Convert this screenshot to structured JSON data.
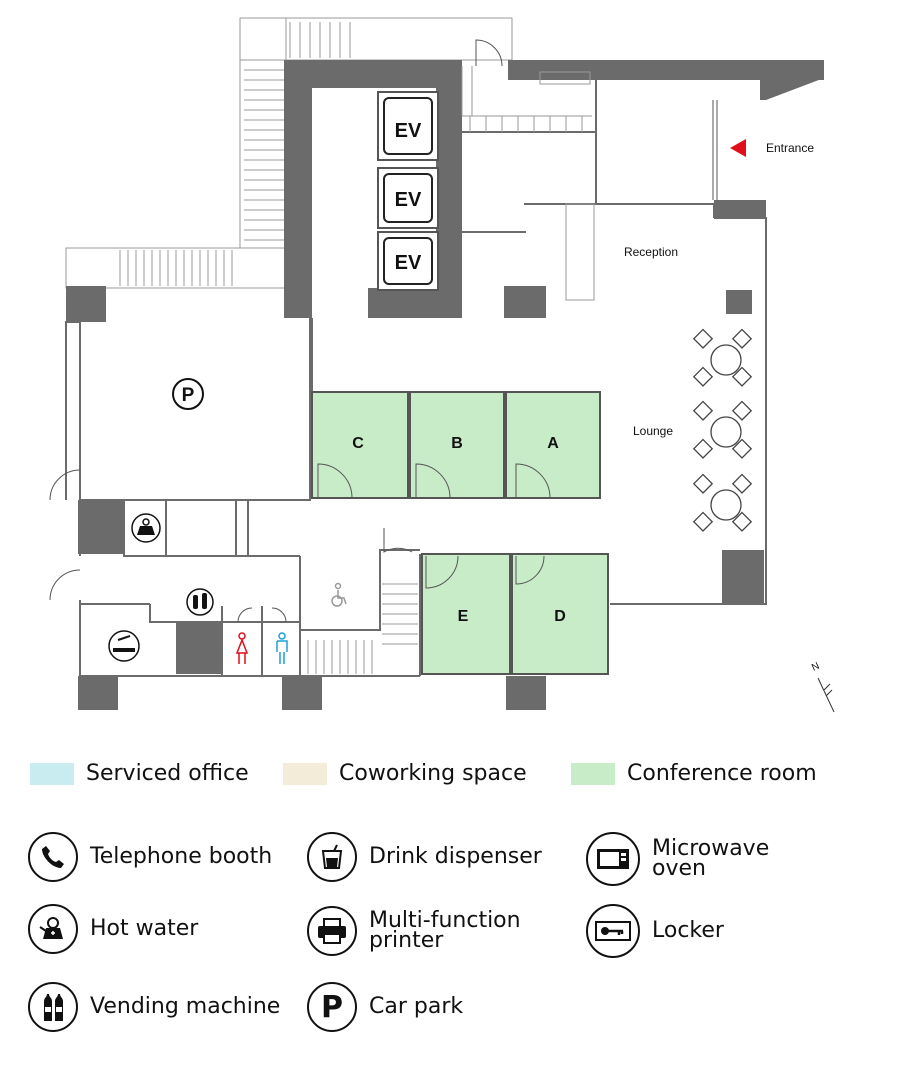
{
  "floorplan": {
    "labels": {
      "entrance": "Entrance",
      "reception": "Reception",
      "lounge": "Lounge",
      "elevator": "EV",
      "parking_symbol": "P"
    },
    "rooms": [
      "A",
      "B",
      "C",
      "D",
      "E"
    ],
    "compass": "N",
    "colors": {
      "wall": "#6b6b6b",
      "conference": "#c8ebc8",
      "entrance_arrow": "#e0101a",
      "female": "#e0101a",
      "male": "#1aa0d8"
    }
  },
  "legend": {
    "areas": [
      {
        "label": "Serviced office",
        "color": "#c8ecef"
      },
      {
        "label": "Coworking space",
        "color": "#f3ecd9"
      },
      {
        "label": "Conference room",
        "color": "#c8ebc8"
      }
    ],
    "icons": [
      {
        "icon": "telephone-icon",
        "label": "Telephone booth"
      },
      {
        "icon": "drink-icon",
        "label": "Drink dispenser"
      },
      {
        "icon": "microwave-icon",
        "label_line1": "Microwave",
        "label_line2": "oven"
      },
      {
        "icon": "kettle-icon",
        "label": "Hot water"
      },
      {
        "icon": "printer-icon",
        "label_line1": "Multi-function",
        "label_line2": "printer"
      },
      {
        "icon": "locker-key-icon",
        "label": "Locker"
      },
      {
        "icon": "bottles-icon",
        "label": "Vending machine"
      },
      {
        "icon": "parking-icon",
        "label": "Car park",
        "symbol": "P"
      }
    ]
  }
}
